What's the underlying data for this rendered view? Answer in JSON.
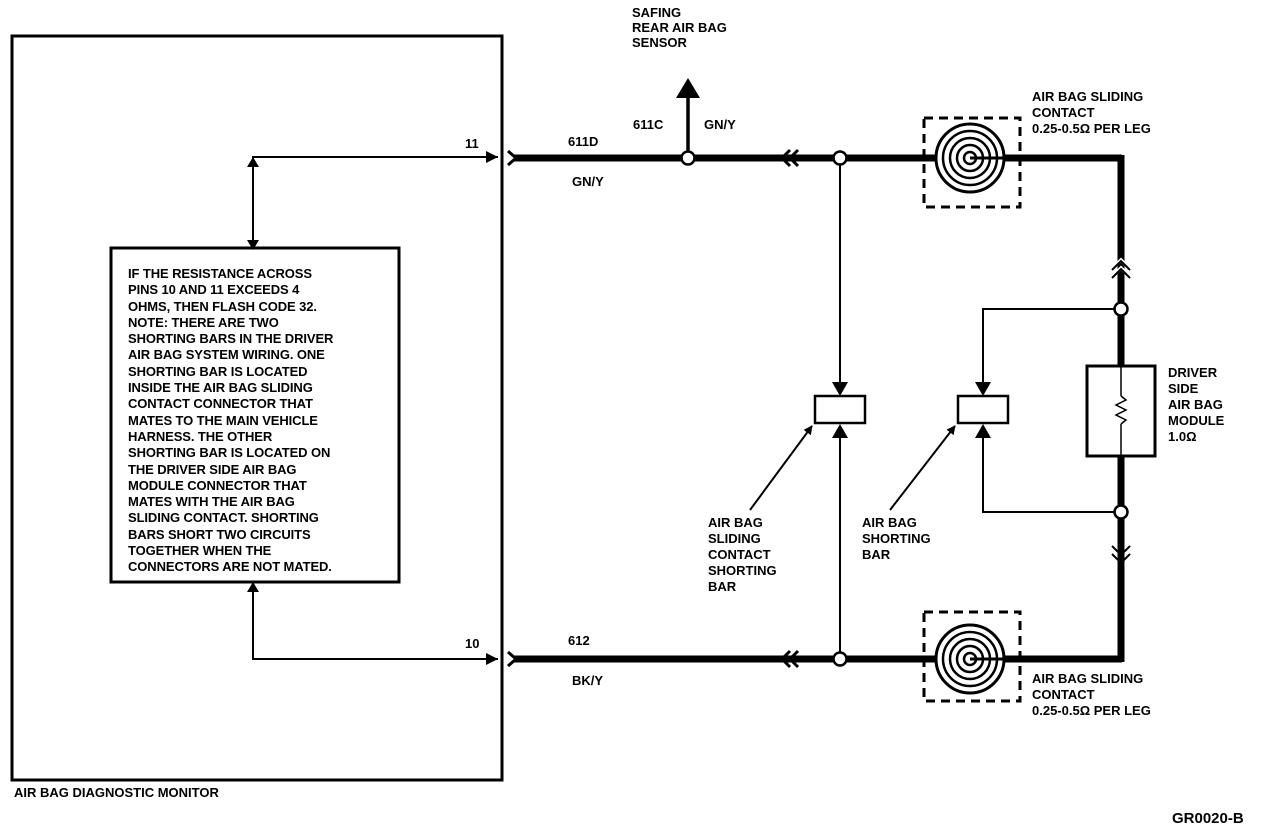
{
  "title_lines": [
    "SAFING",
    "REAR AIR BAG",
    "SENSOR"
  ],
  "monitor_label": "AIR BAG DIAGNOSTIC MONITOR",
  "pins": {
    "top": "11",
    "bottom": "10"
  },
  "circuits": {
    "top_circuit": "611D",
    "top_color": "GN/Y",
    "branch_circuit": "611C",
    "branch_color": "GN/Y",
    "bottom_circuit": "612",
    "bottom_color": "BK/Y"
  },
  "note_lines": [
    "IF THE RESISTANCE ACROSS",
    "PINS 10 AND 11 EXCEEDS 4",
    "OHMS, THEN FLASH CODE 32.",
    "NOTE: THERE ARE TWO",
    "SHORTING BARS IN THE DRIVER",
    "AIR BAG SYSTEM WIRING. ONE",
    "SHORTING BAR IS LOCATED",
    "INSIDE THE AIR BAG SLIDING",
    "CONTACT CONNECTOR THAT",
    "MATES TO THE MAIN VEHICLE",
    "HARNESS. THE OTHER",
    "SHORTING BAR IS LOCATED ON",
    "THE DRIVER SIDE AIR BAG",
    "MODULE CONNECTOR THAT",
    "MATES WITH THE AIR BAG",
    "SLIDING CONTACT. SHORTING",
    "BARS SHORT TWO CIRCUITS",
    "TOGETHER WHEN THE",
    "CONNECTORS ARE NOT MATED."
  ],
  "sliding_contact_top": [
    "AIR BAG SLIDING",
    "CONTACT",
    "0.25-0.5Ω PER LEG"
  ],
  "sliding_contact_bottom": [
    "AIR BAG SLIDING",
    "CONTACT",
    "0.25-0.5Ω PER LEG"
  ],
  "module_label": [
    "DRIVER",
    "SIDE",
    "AIR BAG",
    "MODULE",
    "1.0Ω"
  ],
  "sliding_shorting_label": [
    "AIR BAG",
    "SLIDING",
    "CONTACT",
    "SHORTING",
    "BAR"
  ],
  "shorting_bar_label": [
    "AIR BAG",
    "SHORTING",
    "BAR"
  ],
  "figure_code": "GR0020-B"
}
